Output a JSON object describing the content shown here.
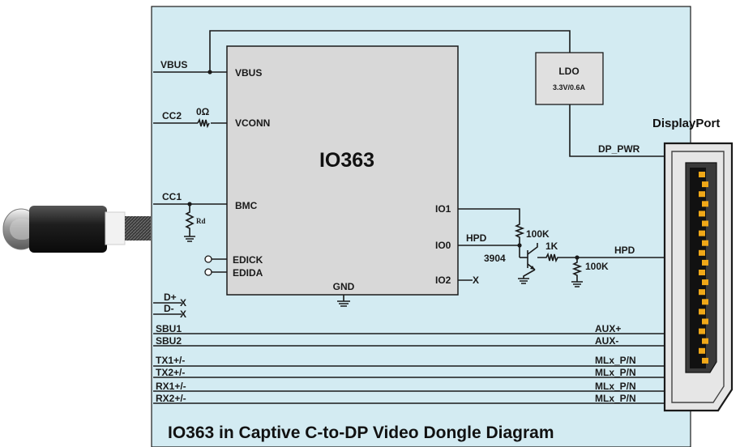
{
  "diagram": {
    "title": "IO363 in Captive C-to-DP Video Dongle  Diagram",
    "chip": {
      "name": "IO363",
      "left_pins": [
        "VBUS",
        "VCONN",
        "BMC",
        "EDICK",
        "EDIDA"
      ],
      "right_pins": [
        "IO1",
        "IO0",
        "IO2"
      ],
      "bottom_pin": "GND"
    },
    "ldo": {
      "name": "LDO",
      "rating": "3.3V/0.6A"
    },
    "connector": {
      "name": "DisplayPort"
    },
    "left_signals": {
      "vbus": "VBUS",
      "cc2": "CC2",
      "cc2_resistor": "0Ω",
      "cc1": "CC1",
      "rd": "Rd",
      "dplus": "D+",
      "dminus": "D-",
      "sbu1": "SBU1",
      "sbu2": "SBU2",
      "tx1": "TX1+/-",
      "tx2": "TX2+/-",
      "rx1": "RX1+/-",
      "rx2": "RX2+/-"
    },
    "right_signals": {
      "dp_pwr": "DP_PWR",
      "hpd_io0": "HPD",
      "hpd_dp": "HPD",
      "aux_p": "AUX+",
      "aux_n": "AUX-",
      "ml1": "MLx_P/N",
      "ml2": "MLx_P/N",
      "ml3": "MLx_P/N",
      "ml4": "MLx_P/N"
    },
    "components": {
      "pullup": "100K",
      "series": "1K",
      "pulldown": "100K",
      "transistor": "3904",
      "no_connect": "X"
    },
    "colors": {
      "panel": "#d3ebf2",
      "chip_fill": "#d8d8d8",
      "ldo_fill": "#e0e0e0",
      "connector_fill": "#e6e6e6",
      "pin_gold": "#f0a818",
      "cable_dark": "#2a2a2a"
    }
  }
}
